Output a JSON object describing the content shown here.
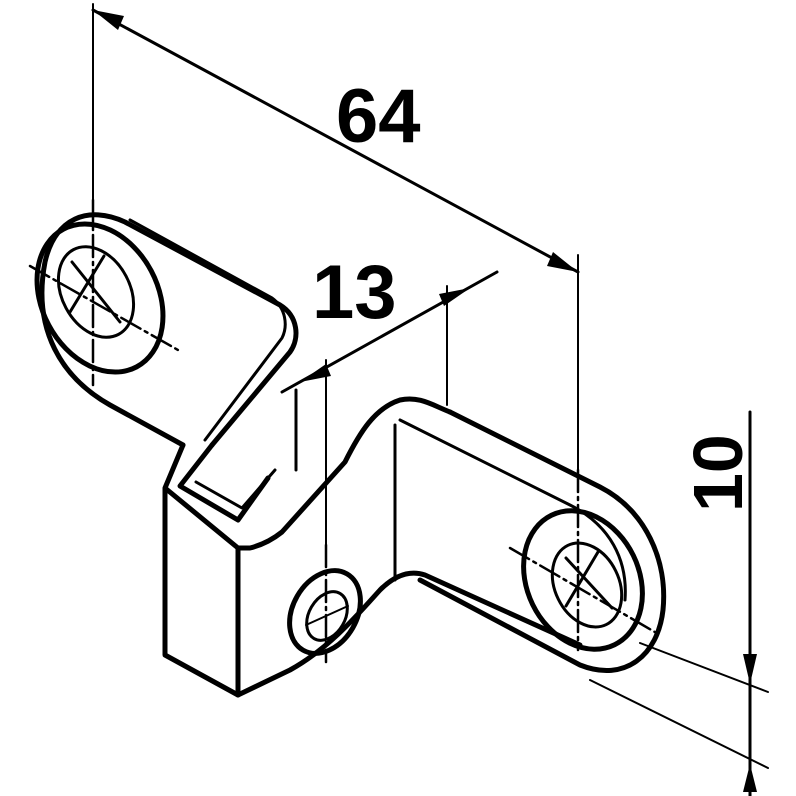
{
  "dimensions": {
    "overall_length": "64",
    "offset": "13",
    "height": "10"
  }
}
